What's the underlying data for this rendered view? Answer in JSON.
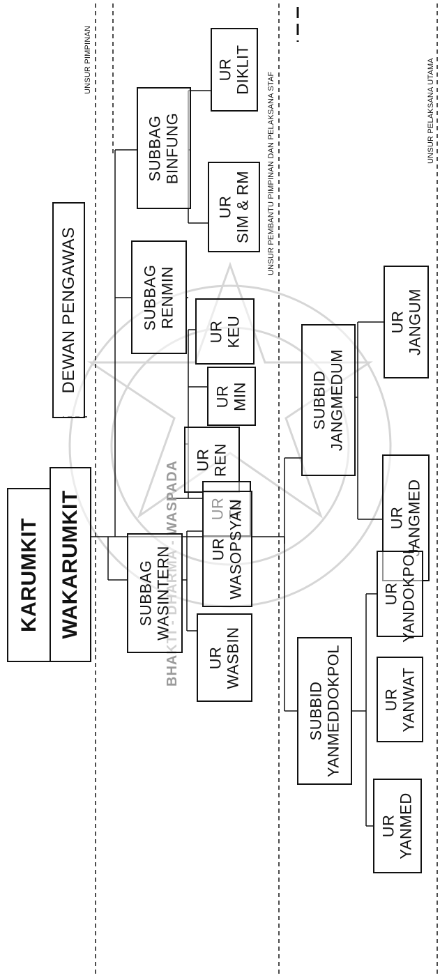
{
  "sections": {
    "pimpinan": "UNSUR PIMPINAN",
    "pembantu": "UNSUR PEMBANTU PIMPINAN DAN PELAKSANA STAF",
    "pelaksana": "UNSUR PELAKSANA UTAMA"
  },
  "watermark_text": "BHAKTI - DHARMA - WASPADA",
  "leaders": {
    "karumkit": "KARUMKIT",
    "wakarumkit": "WAKARUMKIT",
    "dewan": "DEWAN PENGAWAS"
  },
  "units": {
    "subbag_binfung": {
      "l1": "SUBBAG",
      "l2": "BINFUNG"
    },
    "ur_diklit": {
      "l1": "UR",
      "l2": "DIKLIT"
    },
    "ur_sim_rm": {
      "l1": "UR",
      "l2": "SIM & RM"
    },
    "subbag_renmin": {
      "l1": "SUBBAG",
      "l2": "RENMIN"
    },
    "ur_keu": {
      "l1": "UR",
      "l2": "KEU"
    },
    "ur_min": {
      "l1": "UR",
      "l2": "MIN"
    },
    "ur_ren": {
      "l1": "UR",
      "l2": "REN"
    },
    "ur_tu": {
      "l1": "UR",
      "l2": "TU"
    },
    "subbag_wasintern": {
      "l1": "SUBBAG",
      "l2": "WASINTERN"
    },
    "ur_wasopsyan": {
      "l1": "UR",
      "l2": "WASOPSYAN"
    },
    "ur_wasbin": {
      "l1": "UR",
      "l2": "WASBIN"
    },
    "subbid_jangmedum": {
      "l1": "SUBBID",
      "l2": "JANGMEDUM"
    },
    "ur_jangum": {
      "l1": "UR",
      "l2": "JANGUM"
    },
    "ur_jangmed": {
      "l1": "UR",
      "l2": "JANGMED"
    },
    "subbid_yanmeddokpol": {
      "l1": "SUBBID",
      "l2": "YANMEDDOKPOL"
    },
    "ur_yandokpol": {
      "l1": "UR",
      "l2": "YANDOKPOL"
    },
    "ur_yanwat": {
      "l1": "UR",
      "l2": "YANWAT"
    },
    "ur_yanmed": {
      "l1": "UR",
      "l2": "YANMED"
    }
  }
}
